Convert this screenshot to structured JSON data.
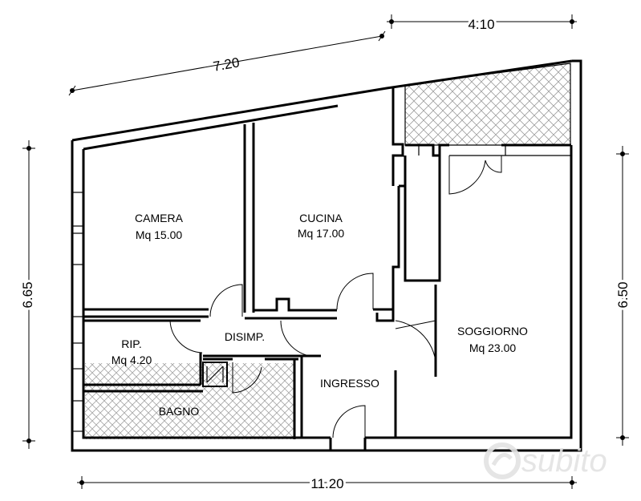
{
  "rooms": {
    "camera": {
      "name": "CAMERA",
      "area": "Mq 15.00"
    },
    "cucina": {
      "name": "CUCINA",
      "area": "Mq 17.00"
    },
    "soggiorno": {
      "name": "SOGGIORNO",
      "area": "Mq 23.00"
    },
    "rip": {
      "name": "RIP.",
      "area": "Mq 4.20"
    },
    "disimp": {
      "name": "DISIMP."
    },
    "ingresso": {
      "name": "INGRESSO"
    },
    "bagno": {
      "name": "BAGNO"
    }
  },
  "dimensions": {
    "top_left": "7.20",
    "top_right": "4.10",
    "left": "6.65",
    "right": "6.50",
    "bottom": "11.20"
  },
  "watermark": {
    "text": "subito"
  },
  "colors": {
    "wall": "#000000",
    "hatch": "#9a9a9a",
    "watermark": "#e3e3e3"
  }
}
